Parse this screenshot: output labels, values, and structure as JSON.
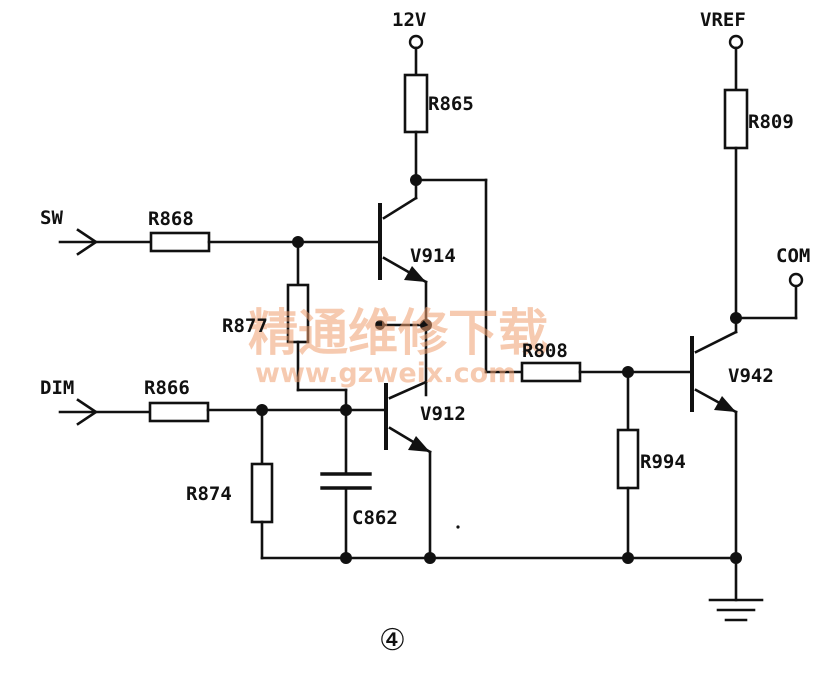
{
  "power": {
    "v12": "12V",
    "vref": "VREF"
  },
  "signals": {
    "sw": "SW",
    "dim": "DIM",
    "com": "COM"
  },
  "resistors": {
    "r865": "R865",
    "r809": "R809",
    "r868": "R868",
    "r877": "R877",
    "r866": "R866",
    "r874": "R874",
    "r808": "R808",
    "r994": "R994"
  },
  "capacitors": {
    "c862": "C862"
  },
  "transistors": {
    "v914": "V914",
    "v912": "V912",
    "v942": "V942"
  },
  "figure_number": "④",
  "watermark": {
    "text_cn": "精通维修下载",
    "url": "www.gzweix.com",
    "color": "#f0a070"
  }
}
